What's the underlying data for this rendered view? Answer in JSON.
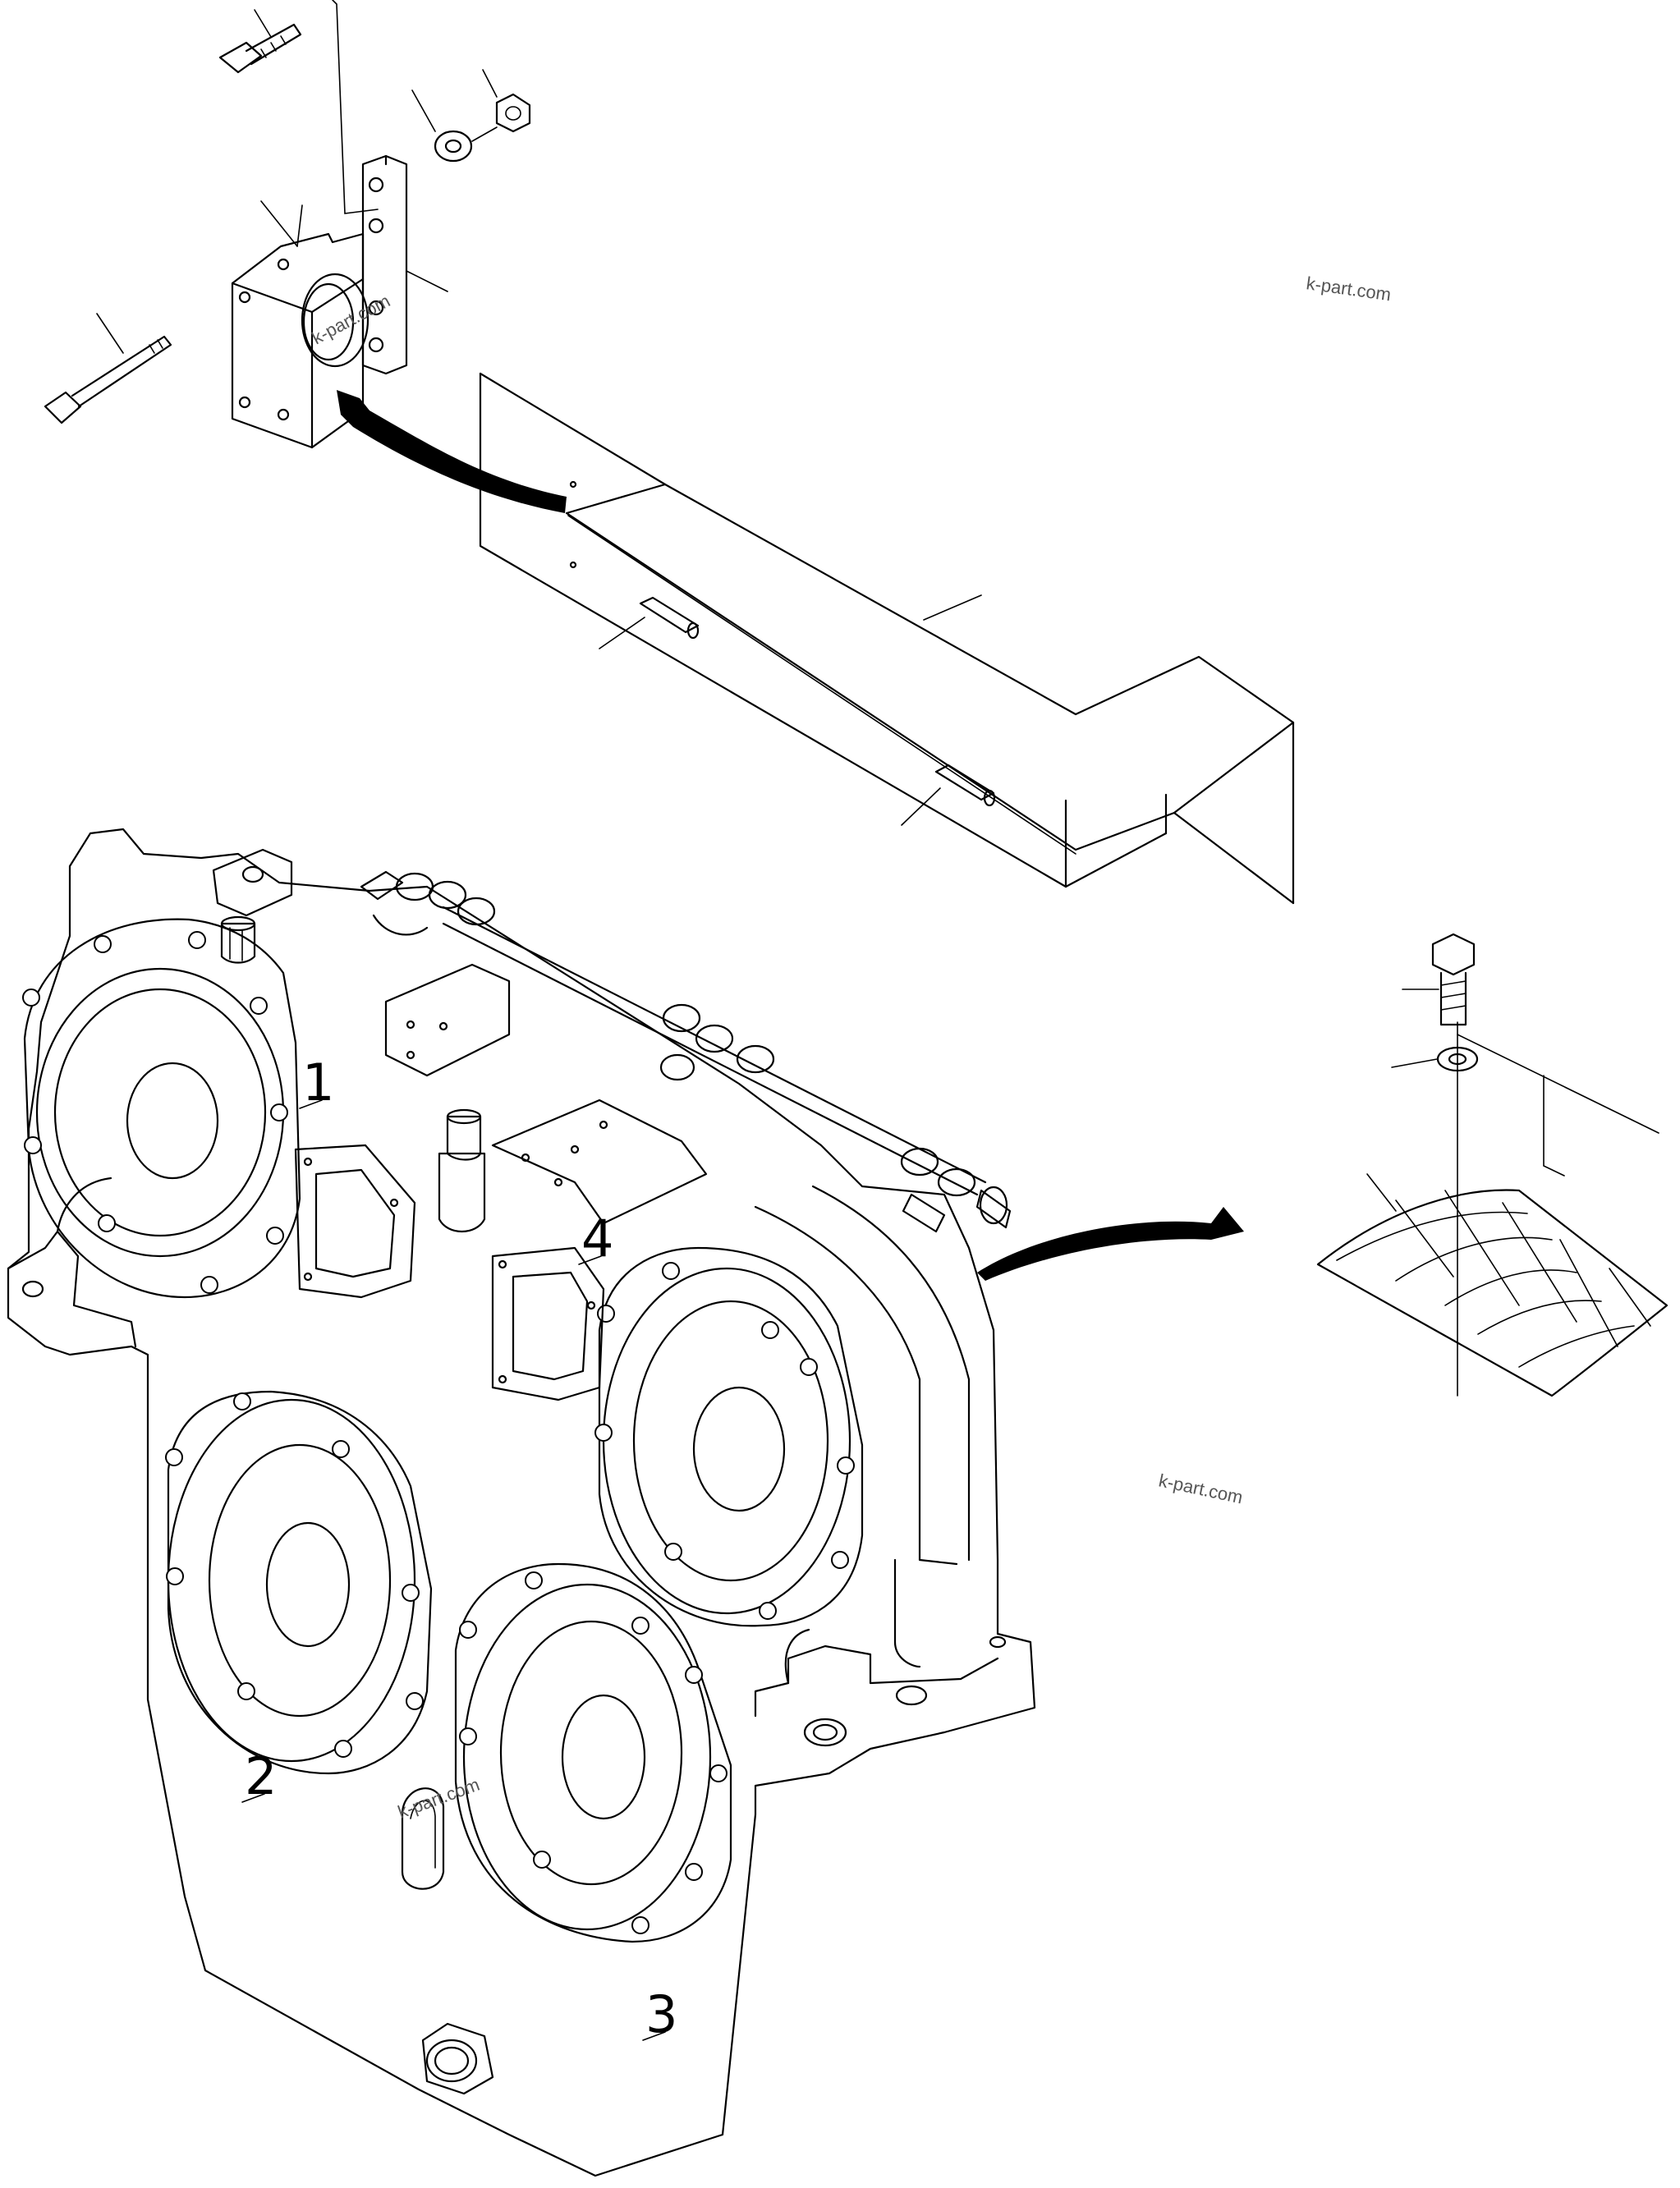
{
  "callouts": {
    "c1": "1",
    "c2": "2",
    "c3": "3",
    "c4": "4"
  },
  "watermarks": {
    "w1": "k-part.com",
    "w2": "k-part.com",
    "w3": "k-part.com",
    "w4": "k-part.com"
  },
  "colors": {
    "line": "#000000",
    "background": "#ffffff",
    "watermark": "#555555"
  }
}
